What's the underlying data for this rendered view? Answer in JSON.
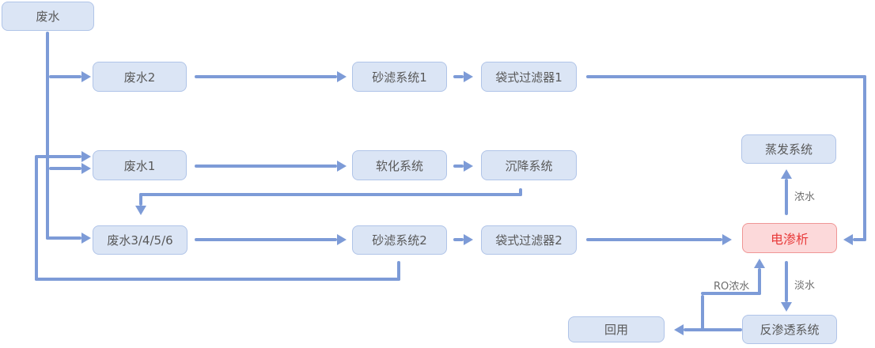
{
  "diagram": {
    "colors": {
      "line": "#7d9bd7",
      "node_fill": "#dbe5f5",
      "node_border": "#b0c4e8",
      "node_text": "#595959",
      "highlight_fill": "#fcd9da",
      "highlight_border": "#ef9695",
      "highlight_text": "#e83a3a",
      "edge_label_text": "#6e6e6e"
    },
    "nodes": {
      "wastewater": {
        "label": "废水"
      },
      "wastewater2": {
        "label": "废水2"
      },
      "sand_filter_1": {
        "label": "砂滤系统1"
      },
      "bag_filter_1": {
        "label": "袋式过滤器1"
      },
      "wastewater1": {
        "label": "废水1"
      },
      "softening": {
        "label": "软化系统"
      },
      "sedimentation": {
        "label": "沉降系统"
      },
      "wastewater3456": {
        "label": "废水3/4/5/6"
      },
      "sand_filter_2": {
        "label": "砂滤系统2"
      },
      "bag_filter_2": {
        "label": "袋式过滤器2"
      },
      "evaporation": {
        "label": "蒸发系统"
      },
      "electrodialysis": {
        "label": "电渗析"
      },
      "reverse_osmosis": {
        "label": "反渗透系统"
      },
      "reuse": {
        "label": "回用"
      }
    },
    "edge_labels": {
      "concentrate": "浓水",
      "fresh_water": "淡水",
      "ro_concentrate": "RO浓水"
    },
    "edges": [
      {
        "from": "废水",
        "to": "废水2"
      },
      {
        "from": "废水",
        "to": "废水1"
      },
      {
        "from": "废水",
        "to": "废水3/4/5/6"
      },
      {
        "from": "废水2",
        "to": "砂滤系统1"
      },
      {
        "from": "砂滤系统1",
        "to": "袋式过滤器1"
      },
      {
        "from": "袋式过滤器1",
        "to": "电渗析"
      },
      {
        "from": "废水1",
        "to": "软化系统"
      },
      {
        "from": "软化系统",
        "to": "沉降系统"
      },
      {
        "from": "沉降系统",
        "to": "废水3/4/5/6"
      },
      {
        "from": "废水3/4/5/6",
        "to": "砂滤系统2"
      },
      {
        "from": "砂滤系统2",
        "to": "废水1"
      },
      {
        "from": "砂滤系统2",
        "to": "袋式过滤器2"
      },
      {
        "from": "袋式过滤器2",
        "to": "电渗析"
      },
      {
        "from": "电渗析",
        "to": "蒸发系统",
        "label": "浓水"
      },
      {
        "from": "电渗析",
        "to": "反渗透系统",
        "label": "淡水"
      },
      {
        "from": "反渗透系统",
        "to": "回用"
      },
      {
        "from": "反渗透系统",
        "to": "电渗析",
        "label": "RO浓水"
      }
    ]
  }
}
